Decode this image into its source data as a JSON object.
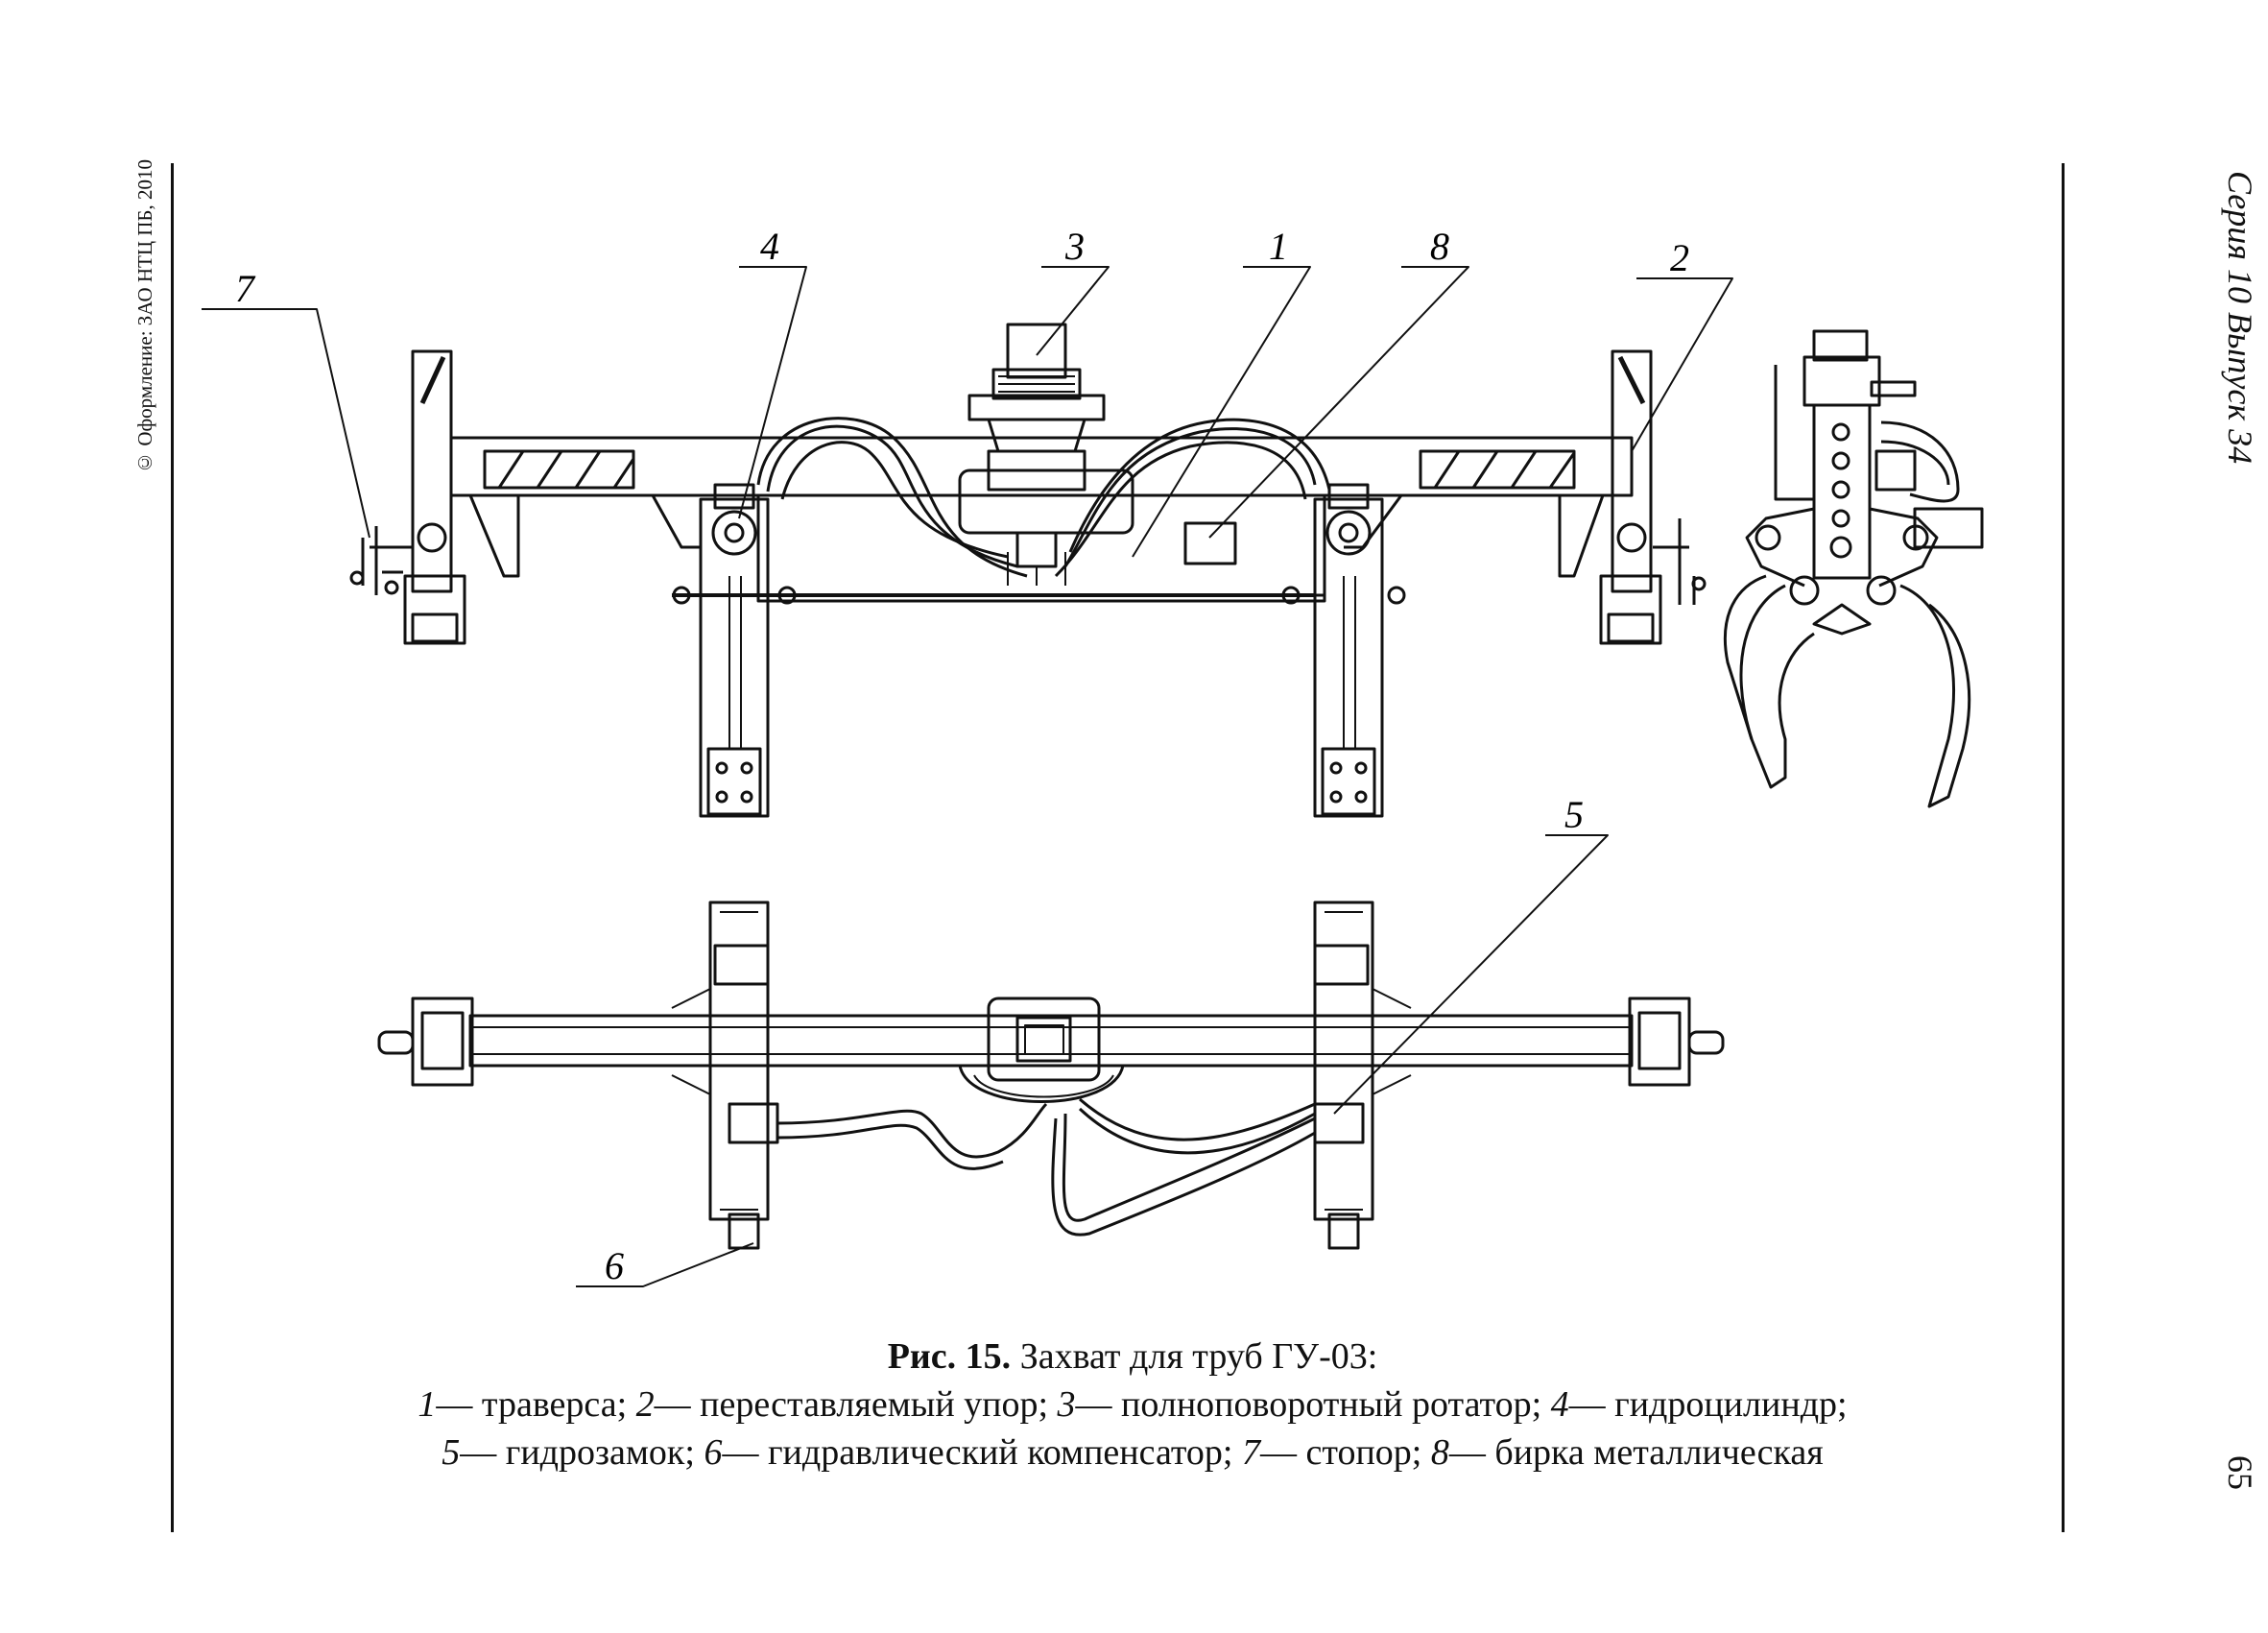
{
  "sidebar_left": {
    "credit": "© Оформление: ЗАО НТЦ ПБ, 2010"
  },
  "sidebar_right": {
    "series": "Серия 10 Выпуск 34",
    "page_number": "65"
  },
  "figure": {
    "callouts": [
      "1",
      "2",
      "3",
      "4",
      "5",
      "6",
      "7",
      "8"
    ],
    "caption": {
      "fig_label": "Рис. 15.",
      "title": "Захват для труб ГУ-03:",
      "legend": [
        {
          "num": "1",
          "text": "— траверса;"
        },
        {
          "num": "2",
          "text": "— переставляемый упор;"
        },
        {
          "num": "3",
          "text": "— полноповоротный ротатор;"
        },
        {
          "num": "4",
          "text": "— гидроцилиндр;"
        },
        {
          "num": "5",
          "text": "— гидрозамок;"
        },
        {
          "num": "6",
          "text": "— гидравлический компенсатор;"
        },
        {
          "num": "7",
          "text": "— стопор;"
        },
        {
          "num": "8",
          "text": "— бирка металлическая"
        }
      ]
    }
  }
}
